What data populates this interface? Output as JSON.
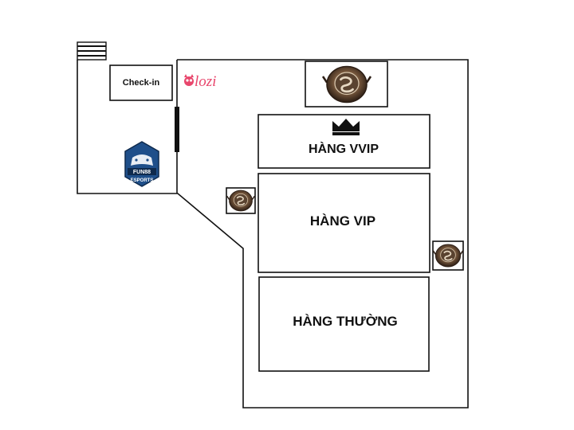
{
  "checkin": {
    "label": "Check-in"
  },
  "brand": {
    "name": "lozi",
    "color": "#e8466c"
  },
  "sponsor": {
    "line1": "FUN88",
    "line2": "ESPORTS",
    "color": "#1f4f8a"
  },
  "zones": {
    "vvip": {
      "label": "HÀNG VVIP"
    },
    "vip": {
      "label": "HÀNG VIP"
    },
    "normal": {
      "label": "HÀNG THƯỜNG"
    }
  },
  "icons": {
    "crown": "crown-icon",
    "trophy": "aegis-trophy-icon",
    "stairs": "stairs-icon",
    "door": "door-icon"
  },
  "colors": {
    "trophy_dark": "#3a2a1f",
    "trophy_mid": "#7a5a3e",
    "trophy_light": "#c9b59a"
  }
}
